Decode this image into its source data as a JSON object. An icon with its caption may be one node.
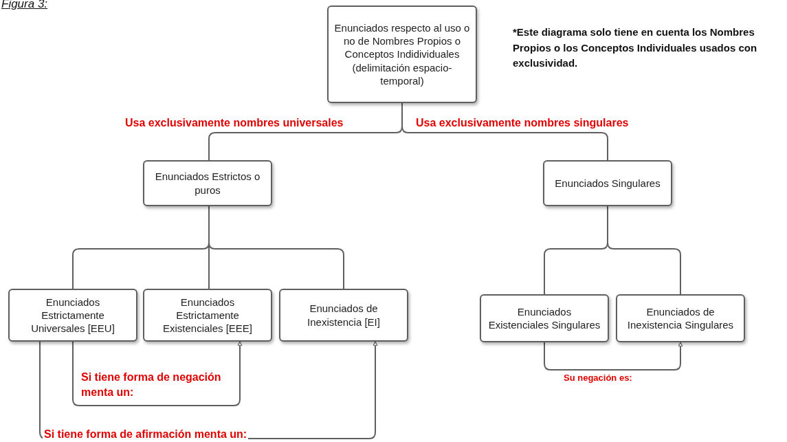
{
  "diagram": {
    "title": "Figura 3:",
    "nodes": [
      {
        "text": [
          "Enunciados respecto al uso o no de Nombres Propios o Conceptos Indidividuales (delimitación espacio-temporal)"
        ]
      },
      {
        "text": [
          "Enunciados Estrictos o puros"
        ]
      },
      {
        "text": [
          "Enunciados Singulares"
        ]
      },
      {
        "text": [
          "Enunciados Estrictamente Universales [EEU]"
        ]
      },
      {
        "text": [
          "Enunciados Estrictamente Existenciales [EEE]"
        ]
      },
      {
        "text": [
          "Enunciados de Inexistencia [EI]"
        ]
      },
      {
        "text": [
          "Enunciados Existenciales Singulares"
        ]
      },
      {
        "text": [
          "Enunciados de Inexistencia Singulares"
        ]
      }
    ],
    "edges": [
      {
        "from": 0,
        "to": 1,
        "arrow": "none",
        "label": "Usa exclusivamente nombres universales"
      },
      {
        "from": 0,
        "to": 2,
        "arrow": "none",
        "label": "Usa exclusivamente nombres singulares"
      },
      {
        "from": 1,
        "to": 3,
        "arrow": "none"
      },
      {
        "from": 1,
        "to": 4,
        "arrow": "none"
      },
      {
        "from": 1,
        "to": 5,
        "arrow": "none"
      },
      {
        "from": 2,
        "to": 6,
        "arrow": "none"
      },
      {
        "from": 2,
        "to": 7,
        "arrow": "none"
      },
      {
        "from": 3,
        "to": 4,
        "arrow": "to",
        "label": "Si tiene forma de negación menta un:"
      },
      {
        "from": 3,
        "to": 5,
        "arrow": "to",
        "label": "Si tiene forma de afirmación menta un:"
      },
      {
        "from": 6,
        "to": 7,
        "arrow": "to",
        "label": "Su negación es:"
      }
    ],
    "labels": [
      "*Este diagrama solo tiene en cuenta los Nombres Propios o los Conceptos Individuales usados con exclusividad."
    ]
  }
}
